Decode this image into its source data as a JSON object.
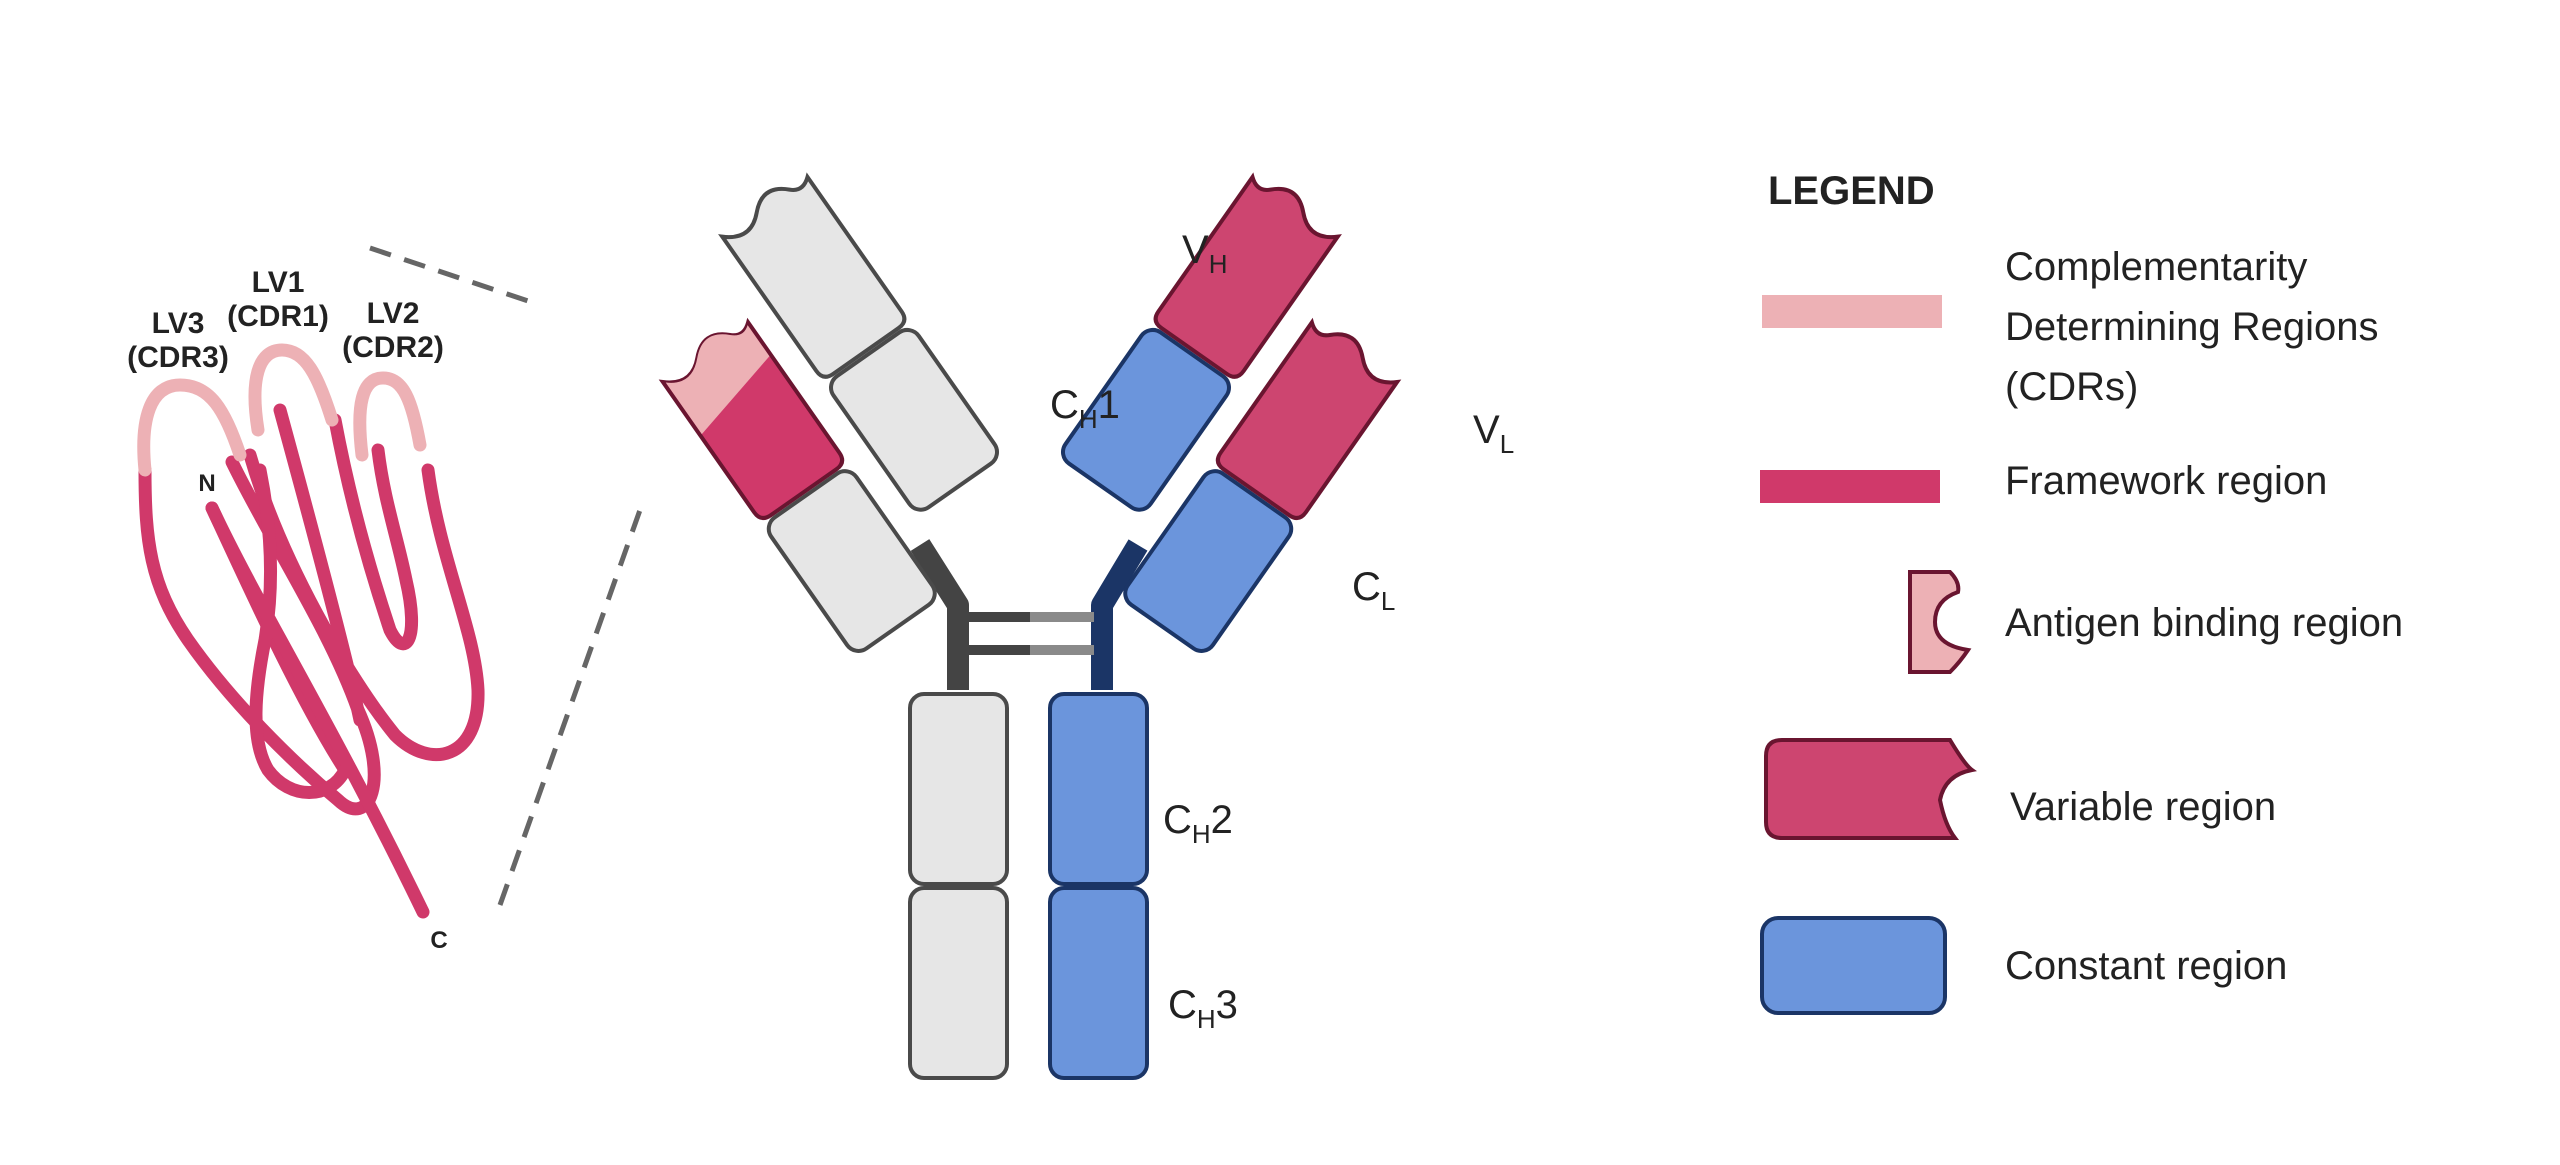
{
  "colors": {
    "cdr": "#EDB1B5",
    "framework": "#D0396A",
    "variable": "#CD4570",
    "variable_outline": "#6A1530",
    "constant": "#6B95DC",
    "constant_outline": "#1B3566",
    "grey_domain": "#E6E6E6",
    "grey_outline": "#4A4A4A",
    "dark_linker": "#444444",
    "navy_linker": "#1B3566",
    "bond": "#8A8A8A",
    "text": "#222222"
  },
  "loop_diagram": {
    "lv3_label": "LV3",
    "lv3_sub": "(CDR3)",
    "lv1_label": "LV1",
    "lv1_sub": "(CDR1)",
    "lv2_label": "LV2",
    "lv2_sub": "(CDR2)",
    "n_terminus": "N",
    "c_terminus": "C"
  },
  "antibody": {
    "vh_main": "V",
    "vh_sub": "H",
    "vl_main": "V",
    "vl_sub": "L",
    "ch1_main": "C",
    "ch1_sub": "H",
    "ch1_num": "1",
    "cl_main": "C",
    "cl_sub": "L",
    "ch2_main": "C",
    "ch2_sub": "H",
    "ch2_num": "2",
    "ch3_main": "C",
    "ch3_sub": "H",
    "ch3_num": "3"
  },
  "legend": {
    "title": "LEGEND",
    "cdr_line1": "Complementarity",
    "cdr_line2": "Determining Regions",
    "cdr_line3": "(CDRs)",
    "framework": "Framework region",
    "antigen": "Antigen binding region",
    "variable": "Variable region",
    "constant": "Constant region"
  }
}
